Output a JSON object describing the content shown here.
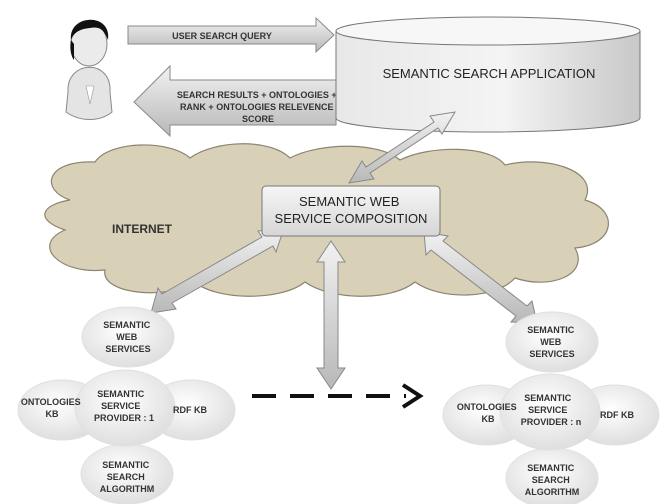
{
  "user_search_query": "USER SEARCH QUERY",
  "search_results": [
    "SEARCH RESULTS + ONTOLOGIES +",
    "RANK + ONTOLOGIES RELEVENCE",
    "SCORE"
  ],
  "application": "SEMANTIC SEARCH APPLICATION",
  "internet": "INTERNET",
  "composition": [
    "SEMANTIC WEB",
    "SERVICE COMPOSITION"
  ],
  "provider_1": {
    "web_services": [
      "SEMANTIC",
      "WEB",
      "SERVICES"
    ],
    "ontologies": [
      "ONTOLOGIES",
      "KB"
    ],
    "service_provider": [
      "SEMANTIC",
      "SERVICE",
      "PROVIDER : 1"
    ],
    "rdf": "RDF KB",
    "algorithm": [
      "SEMANTIC",
      "SEARCH",
      "ALGORITHM"
    ]
  },
  "provider_n": {
    "web_services": [
      "SEMANTIC",
      "WEB",
      "SERVICES"
    ],
    "ontologies": [
      "ONTOLOGIES",
      "KB"
    ],
    "service_provider": [
      "SEMANTIC",
      "SERVICE",
      "PROVIDER : n"
    ],
    "rdf": "RDF KB",
    "algorithm": [
      "SEMANTIC",
      "SEARCH",
      "ALGORITHM"
    ]
  },
  "colors": {
    "cloud": "#dcd3bd",
    "cylinder": "#e6e6e6",
    "arrow": "#d9d9d9",
    "bubble": "#ececec"
  }
}
